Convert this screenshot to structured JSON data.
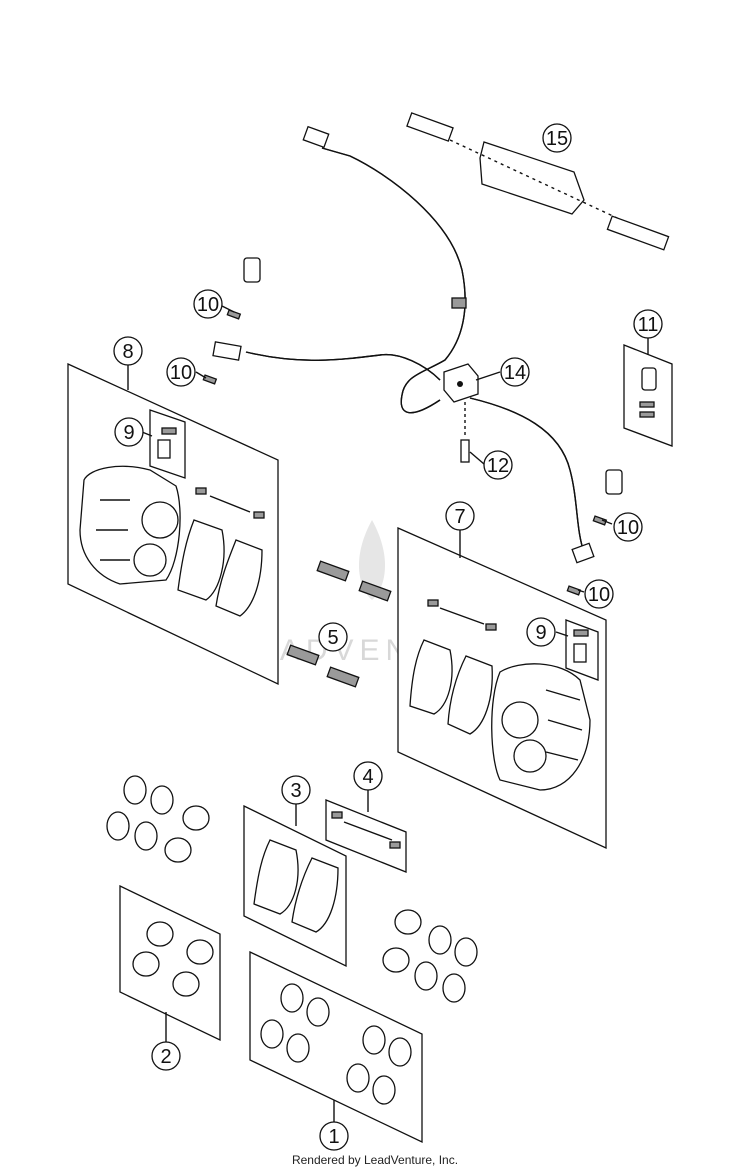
{
  "watermark": {
    "text": "LEADVENTURE"
  },
  "footer": {
    "text": "Rendered by LeadVenture, Inc."
  },
  "callouts": [
    {
      "id": "c15",
      "label": "15"
    },
    {
      "id": "c10a",
      "label": "10"
    },
    {
      "id": "c10b",
      "label": "10"
    },
    {
      "id": "c8",
      "label": "8"
    },
    {
      "id": "c9a",
      "label": "9"
    },
    {
      "id": "c14",
      "label": "14"
    },
    {
      "id": "c11",
      "label": "11"
    },
    {
      "id": "c12",
      "label": "12"
    },
    {
      "id": "c10c",
      "label": "10"
    },
    {
      "id": "c7",
      "label": "7"
    },
    {
      "id": "c10d",
      "label": "10"
    },
    {
      "id": "c5",
      "label": "5"
    },
    {
      "id": "c9b",
      "label": "9"
    },
    {
      "id": "c4",
      "label": "4"
    },
    {
      "id": "c3",
      "label": "3"
    },
    {
      "id": "c2",
      "label": "2"
    },
    {
      "id": "c1",
      "label": "1"
    }
  ]
}
